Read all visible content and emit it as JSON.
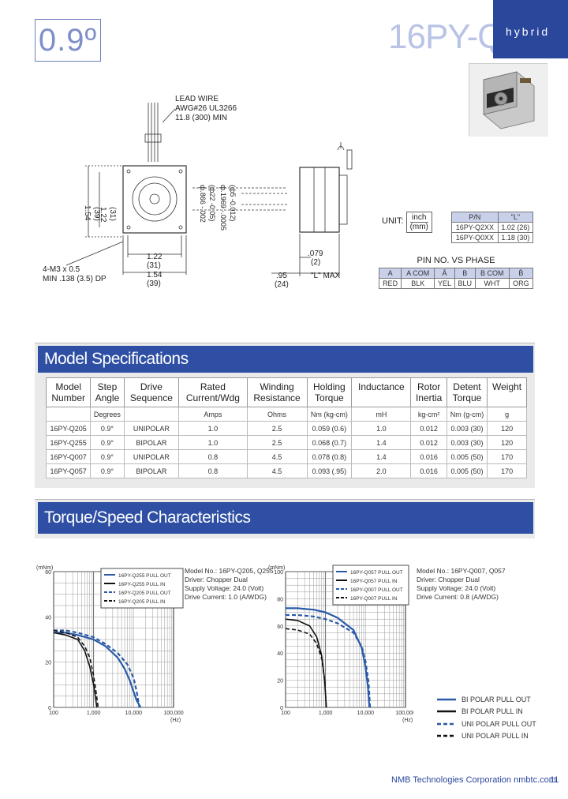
{
  "header": {
    "step_angle": "0.9º",
    "series": "16PY-Q",
    "type": "hybrid"
  },
  "drawing": {
    "lead_wire": [
      "LEAD WIRE",
      "AWG#26 UL3266",
      "11.8 (300) MIN"
    ],
    "left_dims": [
      "1.54",
      "(39)",
      "1.22",
      "(31)"
    ],
    "shaft_dims": [
      "ф.866 -.002",
      "(ф22 -0.05)",
      "ф.1969 -.0005",
      "(ф5 -0.012)"
    ],
    "bottom_dims": [
      "1.22",
      "(31)",
      "1.54",
      "(39)"
    ],
    "screw": [
      "4-M3 x 0.5",
      "MIN .138 (3.5) DP"
    ],
    "side_dims": [
      ".079",
      "(2)",
      ".95",
      "(24)",
      "\"L\" MAX"
    ]
  },
  "unit_label": {
    "prefix": "UNIT:",
    "top": "inch",
    "bottom": "(mm)"
  },
  "length_table": {
    "headers": [
      "P/N",
      "\"L\""
    ],
    "rows": [
      [
        "16PY-Q2XX",
        "1.02 (26)"
      ],
      [
        "16PY-Q0XX",
        "1.18 (30)"
      ]
    ]
  },
  "pin_table": {
    "title": "PIN NO. VS PHASE",
    "phases": [
      "A",
      "A COM",
      "Ā",
      "B",
      "B COM",
      "B̄"
    ],
    "colors": [
      "RED",
      "BLK",
      "YEL",
      "BLU",
      "WHT",
      "ORG"
    ]
  },
  "specs": {
    "title": "Model Specifications",
    "headers": [
      [
        "Model",
        "Number"
      ],
      [
        "Step",
        "Angle"
      ],
      [
        "Drive",
        "Sequence"
      ],
      [
        "Rated",
        "Current/Wdg"
      ],
      [
        "Winding",
        "Resistance"
      ],
      [
        "Holding",
        "Torque"
      ],
      [
        "Inductance",
        ""
      ],
      [
        "Rotor",
        "Inertia"
      ],
      [
        "Detent",
        "Torque"
      ],
      [
        "Weight",
        ""
      ]
    ],
    "units": [
      "",
      "Degrees",
      "",
      "Amps",
      "Ohms",
      "Nm (kg-cm)",
      "mH",
      "kg-cm²",
      "Nm (g-cm)",
      "g"
    ],
    "rows": [
      [
        "16PY-Q205",
        "0.9°",
        "UNIPOLAR",
        "1.0",
        "2.5",
        "0.059 (0.6)",
        "1.0",
        "0.012",
        "0.003 (30)",
        "120"
      ],
      [
        "16PY-Q255",
        "0.9°",
        "BIPOLAR",
        "1.0",
        "2.5",
        "0.068 (0.7)",
        "1.4",
        "0.012",
        "0.003 (30)",
        "120"
      ],
      [
        "16PY-Q007",
        "0.9°",
        "UNIPOLAR",
        "0.8",
        "4.5",
        "0.078 (0.8)",
        "1.4",
        "0.016",
        "0.005 (50)",
        "170"
      ],
      [
        "16PY-Q057",
        "0.9°",
        "BIPOLAR",
        "0.8",
        "4.5",
        "0.093 (.95)",
        "2.0",
        "0.016",
        "0.005 (50)",
        "170"
      ]
    ]
  },
  "torque": {
    "title": "Torque/Speed Characteristics"
  },
  "chart_data": [
    {
      "type": "line",
      "ylabel_unit": "(mNm)",
      "xlabel_unit": "(Hz)",
      "x_scale": "log",
      "xlim": [
        100,
        100000
      ],
      "ylim": [
        0,
        60
      ],
      "x_ticks": [
        "100",
        "1,000",
        "10,000",
        "100,000"
      ],
      "y_ticks": [
        "0",
        "20",
        "40",
        "60"
      ],
      "legend": [
        "16PY-Q255 PULL OUT",
        "16PY-Q255 PULL IN",
        "16PY-Q205 PULL OUT",
        "16PY-Q205 PULL IN"
      ],
      "notes": [
        "Model No.: 16PY-Q205, Q255",
        "Driver: Chopper Dual",
        "Supply Voltage: 24.0 (Volt)",
        "Drive Current: 1.0 (A/WDG)"
      ],
      "series": [
        {
          "name": "16PY-Q255 PULL OUT",
          "style": "solid",
          "color": "#2a5aa8",
          "x": [
            100,
            200,
            400,
            1000,
            2000,
            4000,
            6000,
            8000,
            10000,
            12000,
            15000
          ],
          "y": [
            33,
            33,
            32,
            30,
            27,
            22,
            17,
            12,
            7,
            3,
            0
          ]
        },
        {
          "name": "16PY-Q255 PULL IN",
          "style": "solid",
          "color": "#111111",
          "x": [
            100,
            200,
            400,
            600,
            800,
            1000,
            1100,
            1200
          ],
          "y": [
            33,
            32,
            30,
            25,
            18,
            10,
            5,
            0
          ]
        },
        {
          "name": "16PY-Q205 PULL OUT",
          "style": "dashed",
          "color": "#2a5aa8",
          "x": [
            100,
            200,
            400,
            1000,
            2000,
            4000,
            7000,
            10000,
            12000,
            14000
          ],
          "y": [
            34,
            34,
            33,
            31,
            28,
            24,
            19,
            13,
            7,
            0
          ]
        },
        {
          "name": "16PY-Q205 PULL IN",
          "style": "dashed",
          "color": "#111111",
          "x": [
            100,
            200,
            400,
            600,
            800,
            1000,
            1150,
            1300
          ],
          "y": [
            34,
            33,
            31,
            27,
            22,
            14,
            7,
            0
          ]
        }
      ]
    },
    {
      "type": "line",
      "ylabel_unit": "(mNm)",
      "xlabel_unit": "(Hz)",
      "x_scale": "log",
      "xlim": [
        100,
        100000
      ],
      "ylim": [
        0,
        100
      ],
      "x_ticks": [
        "100",
        "1,000",
        "10,000",
        "100,000"
      ],
      "y_ticks": [
        "0",
        "20",
        "40",
        "60",
        "80",
        "100"
      ],
      "legend": [
        "16PY-Q057 PULL OUT",
        "16PY-Q057 PULL IN",
        "16PY-Q007 PULL OUT",
        "16PY-Q007 PULL IN"
      ],
      "notes": [
        "Model No.: 16PY-Q007, Q057",
        "Driver: Chopper Dual",
        "Supply Voltage: 24.0 (Volt)",
        "Drive Current: 0.8 (A/WDG)"
      ],
      "series": [
        {
          "name": "16PY-Q057 PULL OUT",
          "style": "solid",
          "color": "#2a5aa8",
          "x": [
            100,
            200,
            500,
            1000,
            2000,
            5000,
            8000,
            10000,
            11500,
            12500
          ],
          "y": [
            73,
            73,
            72,
            70,
            66,
            57,
            44,
            30,
            15,
            0
          ]
        },
        {
          "name": "16PY-Q057 PULL IN",
          "style": "solid",
          "color": "#111111",
          "x": [
            100,
            200,
            400,
            600,
            800,
            950,
            1050
          ],
          "y": [
            65,
            64,
            60,
            52,
            38,
            20,
            0
          ]
        },
        {
          "name": "16PY-Q007 PULL OUT",
          "style": "dashed",
          "color": "#2a5aa8",
          "x": [
            100,
            200,
            500,
            1000,
            2000,
            5000,
            8000,
            10000,
            12000,
            13000
          ],
          "y": [
            68,
            68,
            67,
            65,
            62,
            55,
            45,
            34,
            18,
            0
          ]
        },
        {
          "name": "16PY-Q007 PULL IN",
          "style": "dashed",
          "color": "#111111",
          "x": [
            100,
            200,
            400,
            600,
            800,
            950,
            1050
          ],
          "y": [
            58,
            57,
            54,
            47,
            36,
            20,
            0
          ]
        }
      ]
    }
  ],
  "legend_right": [
    {
      "label": "BI POLAR PULL OUT",
      "style": "solid",
      "color": "#2a5aa8"
    },
    {
      "label": "BI POLAR PULL IN",
      "style": "solid",
      "color": "#111111"
    },
    {
      "label": "UNI POLAR PULL OUT",
      "style": "dashed",
      "color": "#2a5aa8"
    },
    {
      "label": "UNI POLAR PULL IN",
      "style": "dashed",
      "color": "#111111"
    }
  ],
  "footer": {
    "company": "NMB Technologies Corporation",
    "site": "nmbtc.com",
    "page": "11"
  }
}
